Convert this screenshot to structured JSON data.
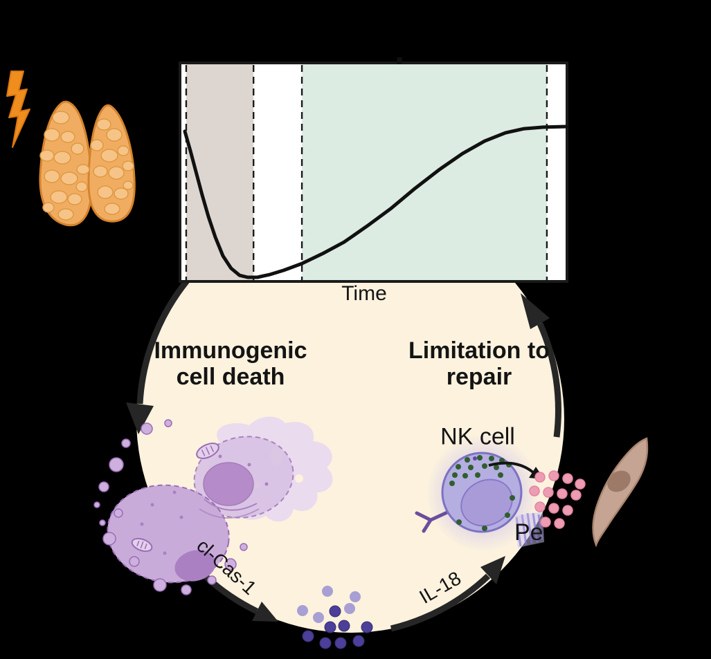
{
  "figure": {
    "background_color": "#000000",
    "cycle": {
      "fill_color": "#fcf2de",
      "arrow_color": "#262626",
      "label_left_line1": "Immunogenic",
      "label_left_line2": "cell death",
      "label_right_line1": "Limitation to",
      "label_right_line2": "repair",
      "arc_label_bottom_left": "cl-Cas-1",
      "arc_label_bottom_right": "IL-18",
      "nk_cell_label": "NK cell",
      "partial_label_right": "Pe"
    },
    "illustrations": {
      "thymus_icon": "orange two-lobed thymus gland",
      "lightning_bolt_icon": "orange damage bolt striking thymus",
      "dying_cell_icon": "purple apoptotic cell with blebs",
      "il18_molecules_icon": "purple molecule dots at cycle bottom",
      "nk_cell_icon": "lavender NK cell with green granules and Y receptor",
      "perforin_granules_icon": "pink secreted granule dots",
      "fibroblast_icon": "tan spindle-shaped stromal cell",
      "vessel_fragment_icon": "striped violet fragment at cycle edge"
    },
    "colors": {
      "background": "#000000",
      "cycle_fill": "#fcf2de",
      "arrow_black": "#262626",
      "injury_band": "#ddd6d0",
      "regeneration_band": "#dcece2",
      "thymus_orange": "#f0ad62",
      "lightning_orange": "#ef8d1e",
      "dying_cell_purple": "#c9abda",
      "il18_dot_dark": "#4b3f99",
      "il18_dot_light": "#a89fd4",
      "nk_cell_body": "#b5aee1",
      "nk_granule_green": "#2f5e2f",
      "perforin_pink": "#ee9cb2",
      "fibroblast_tan": "#c6a494"
    }
  },
  "chart_data": {
    "type": "line",
    "title": "",
    "xlabel": "Time",
    "ylabel": "",
    "xlim": [
      0,
      1
    ],
    "ylim": [
      0,
      1
    ],
    "grid": false,
    "line_color": "#111111",
    "bands": [
      {
        "name": "left-shaded",
        "x0": 0.016,
        "x1": 0.19,
        "color": "#ddd6d0"
      },
      {
        "name": "right-shaded",
        "x0": 0.315,
        "x1": 0.948,
        "color": "#dcece2"
      }
    ],
    "dashed_boundaries": [
      0.016,
      0.19,
      0.315,
      0.948
    ],
    "top_tick_x": 0.567,
    "points": [
      [
        0.0125,
        0.687
      ],
      [
        0.0268,
        0.598
      ],
      [
        0.0411,
        0.503
      ],
      [
        0.0572,
        0.396
      ],
      [
        0.0733,
        0.297
      ],
      [
        0.0912,
        0.203
      ],
      [
        0.111,
        0.117
      ],
      [
        0.132,
        0.06
      ],
      [
        0.154,
        0.028
      ],
      [
        0.175,
        0.019
      ],
      [
        0.2,
        0.019
      ],
      [
        0.233,
        0.032
      ],
      [
        0.268,
        0.051
      ],
      [
        0.315,
        0.082
      ],
      [
        0.368,
        0.127
      ],
      [
        0.424,
        0.18
      ],
      [
        0.483,
        0.253
      ],
      [
        0.546,
        0.335
      ],
      [
        0.608,
        0.427
      ],
      [
        0.671,
        0.513
      ],
      [
        0.73,
        0.585
      ],
      [
        0.787,
        0.642
      ],
      [
        0.841,
        0.68
      ],
      [
        0.889,
        0.699
      ],
      [
        0.939,
        0.706
      ],
      [
        1.0,
        0.709
      ]
    ]
  }
}
